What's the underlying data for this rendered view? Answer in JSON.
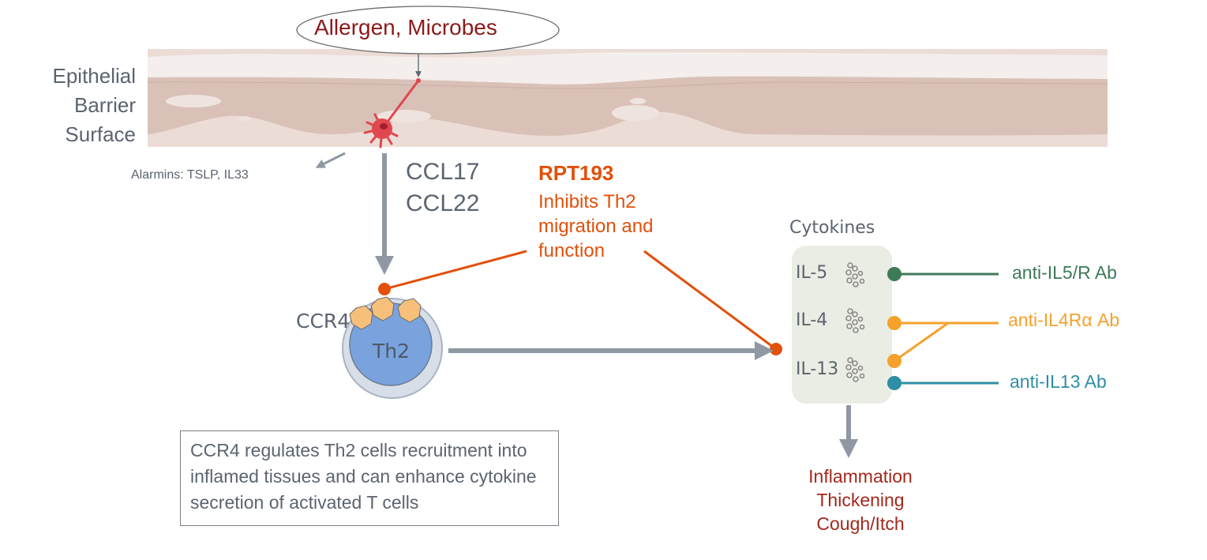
{
  "title": "RPT193 mechanism of action: CCR4 antagonism of Th2 cell migration",
  "colors": {
    "allergen_text": "#8b1a1a",
    "neutral_text": "#5b6470",
    "rpt193_orange": "#e2500a",
    "arrow_gray": "#8f98a3",
    "anti_il5_green": "#3e7a58",
    "anti_il4ra_orange": "#f5a12c",
    "anti_il13_teal": "#2e8ea3",
    "effects_red": "#a3281b",
    "cytokine_box": "#eaede3",
    "th2_cell_blue": "#7aa3de",
    "ccr4_receptor": "#f7c07a",
    "dendritic_cell": "#e0474f"
  },
  "epithelium": {
    "label_lines": [
      "Epithelial",
      "Barrier",
      "Surface"
    ],
    "trigger_label": "Allergen, Microbes",
    "alarmins_label": "Alarmins: TSLP, IL33"
  },
  "chemokines": {
    "lines": [
      "CCL17",
      "CCL22"
    ]
  },
  "drug": {
    "name": "RPT193",
    "description_lines": [
      "Inhibits Th2",
      "migration and",
      "function"
    ]
  },
  "cell": {
    "receptor_label": "CCR4",
    "cell_label": "Th2"
  },
  "cytokines": {
    "title": "Cytokines",
    "items": [
      {
        "label": "IL-5"
      },
      {
        "label": "IL-4"
      },
      {
        "label": "IL-13"
      }
    ]
  },
  "antibodies": [
    {
      "label": "anti-IL5/R Ab",
      "targets": [
        "IL-5"
      ]
    },
    {
      "label": "anti-IL4Rα Ab",
      "targets": [
        "IL-4",
        "IL-13"
      ]
    },
    {
      "label": "anti-IL13 Ab",
      "targets": [
        "IL-13"
      ]
    }
  ],
  "effects": {
    "lines": [
      "Inflammation",
      "Thickening",
      "Cough/Itch"
    ]
  },
  "note": {
    "text": "CCR4 regulates Th2 cells recruitment into inflamed tissues and can enhance cytokine secretion of activated T cells"
  }
}
